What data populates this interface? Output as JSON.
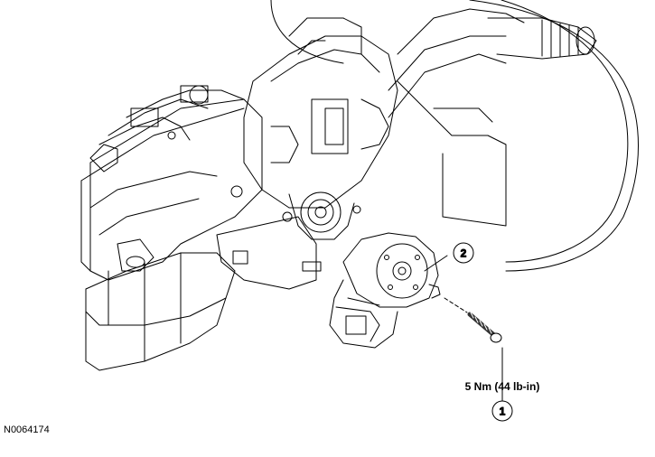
{
  "figure_id": "N0064174",
  "callouts": [
    {
      "number": "1"
    },
    {
      "number": "2"
    }
  ],
  "torque": {
    "prefix": "5 Nm (",
    "bold_value": "44",
    "suffix": " lb-in)"
  },
  "colors": {
    "line": "#000000",
    "background": "#ffffff",
    "hatch": "#333333"
  }
}
